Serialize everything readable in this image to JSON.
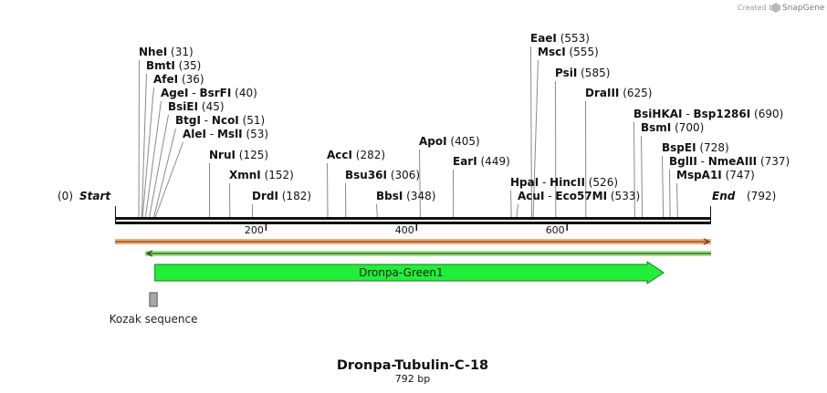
{
  "credit": {
    "prefix": "Created by",
    "brand": "SnapGene"
  },
  "map": {
    "name": "Dronpa-Tubulin-C-18",
    "length_label": "792 bp",
    "length": 792,
    "start_label": "Start",
    "start_pos": "(0)",
    "end_label": "End",
    "end_pos": "(792)",
    "ticks": [
      {
        "value": 200,
        "label": "200"
      },
      {
        "value": 400,
        "label": "400"
      },
      {
        "value": 600,
        "label": "600"
      }
    ],
    "sites": [
      {
        "name": "NheI",
        "name2": "",
        "pos": 31,
        "pos_label": "(31)"
      },
      {
        "name": "BmtI",
        "name2": "",
        "pos": 35,
        "pos_label": "(35)"
      },
      {
        "name": "AfeI",
        "name2": "",
        "pos": 36,
        "pos_label": "(36)"
      },
      {
        "name": "AgeI",
        "name2": "BsrFI",
        "pos": 40,
        "pos_label": "(40)"
      },
      {
        "name": "BsiEI",
        "name2": "",
        "pos": 45,
        "pos_label": "(45)"
      },
      {
        "name": "BtgI",
        "name2": "NcoI",
        "pos": 51,
        "pos_label": "(51)"
      },
      {
        "name": "AleI",
        "name2": "MslI",
        "pos": 53,
        "pos_label": "(53)"
      },
      {
        "name": "NruI",
        "name2": "",
        "pos": 125,
        "pos_label": "(125)"
      },
      {
        "name": "XmnI",
        "name2": "",
        "pos": 152,
        "pos_label": "(152)"
      },
      {
        "name": "DrdI",
        "name2": "",
        "pos": 182,
        "pos_label": "(182)"
      },
      {
        "name": "AccI",
        "name2": "",
        "pos": 282,
        "pos_label": "(282)"
      },
      {
        "name": "Bsu36I",
        "name2": "",
        "pos": 306,
        "pos_label": "(306)"
      },
      {
        "name": "BbsI",
        "name2": "",
        "pos": 348,
        "pos_label": "(348)"
      },
      {
        "name": "ApoI",
        "name2": "",
        "pos": 405,
        "pos_label": "(405)"
      },
      {
        "name": "EarI",
        "name2": "",
        "pos": 449,
        "pos_label": "(449)"
      },
      {
        "name": "HpaI",
        "name2": "HincII",
        "pos": 526,
        "pos_label": "(526)"
      },
      {
        "name": "AcuI",
        "name2": "Eco57MI",
        "pos": 533,
        "pos_label": "(533)"
      },
      {
        "name": "EaeI",
        "name2": "",
        "pos": 553,
        "pos_label": "(553)"
      },
      {
        "name": "MscI",
        "name2": "",
        "pos": 555,
        "pos_label": "(555)"
      },
      {
        "name": "PsiI",
        "name2": "",
        "pos": 585,
        "pos_label": "(585)"
      },
      {
        "name": "DraIII",
        "name2": "",
        "pos": 625,
        "pos_label": "(625)"
      },
      {
        "name": "BsiHKAI",
        "name2": "Bsp1286I",
        "pos": 690,
        "pos_label": "(690)"
      },
      {
        "name": "BsmI",
        "name2": "",
        "pos": 700,
        "pos_label": "(700)"
      },
      {
        "name": "BspEI",
        "name2": "",
        "pos": 728,
        "pos_label": "(728)"
      },
      {
        "name": "BglII",
        "name2": "NmeAIII",
        "pos": 737,
        "pos_label": "(737)"
      },
      {
        "name": "MspA1I",
        "name2": "",
        "pos": 747,
        "pos_label": "(747)"
      }
    ],
    "features": {
      "main_orf": {
        "label": "",
        "start": 0,
        "end": 792,
        "color": "#e9b07a"
      },
      "reverse_orf": {
        "label": "",
        "start": 40,
        "end": 792,
        "color": "#a6e08a"
      },
      "cds": {
        "label": "Dronpa-Green1",
        "start": 53,
        "end": 729,
        "color": "#22ee3a"
      },
      "misc": {
        "label": "Kozak sequence",
        "start": 46,
        "end": 56,
        "color": "#a9a9a9"
      }
    }
  }
}
